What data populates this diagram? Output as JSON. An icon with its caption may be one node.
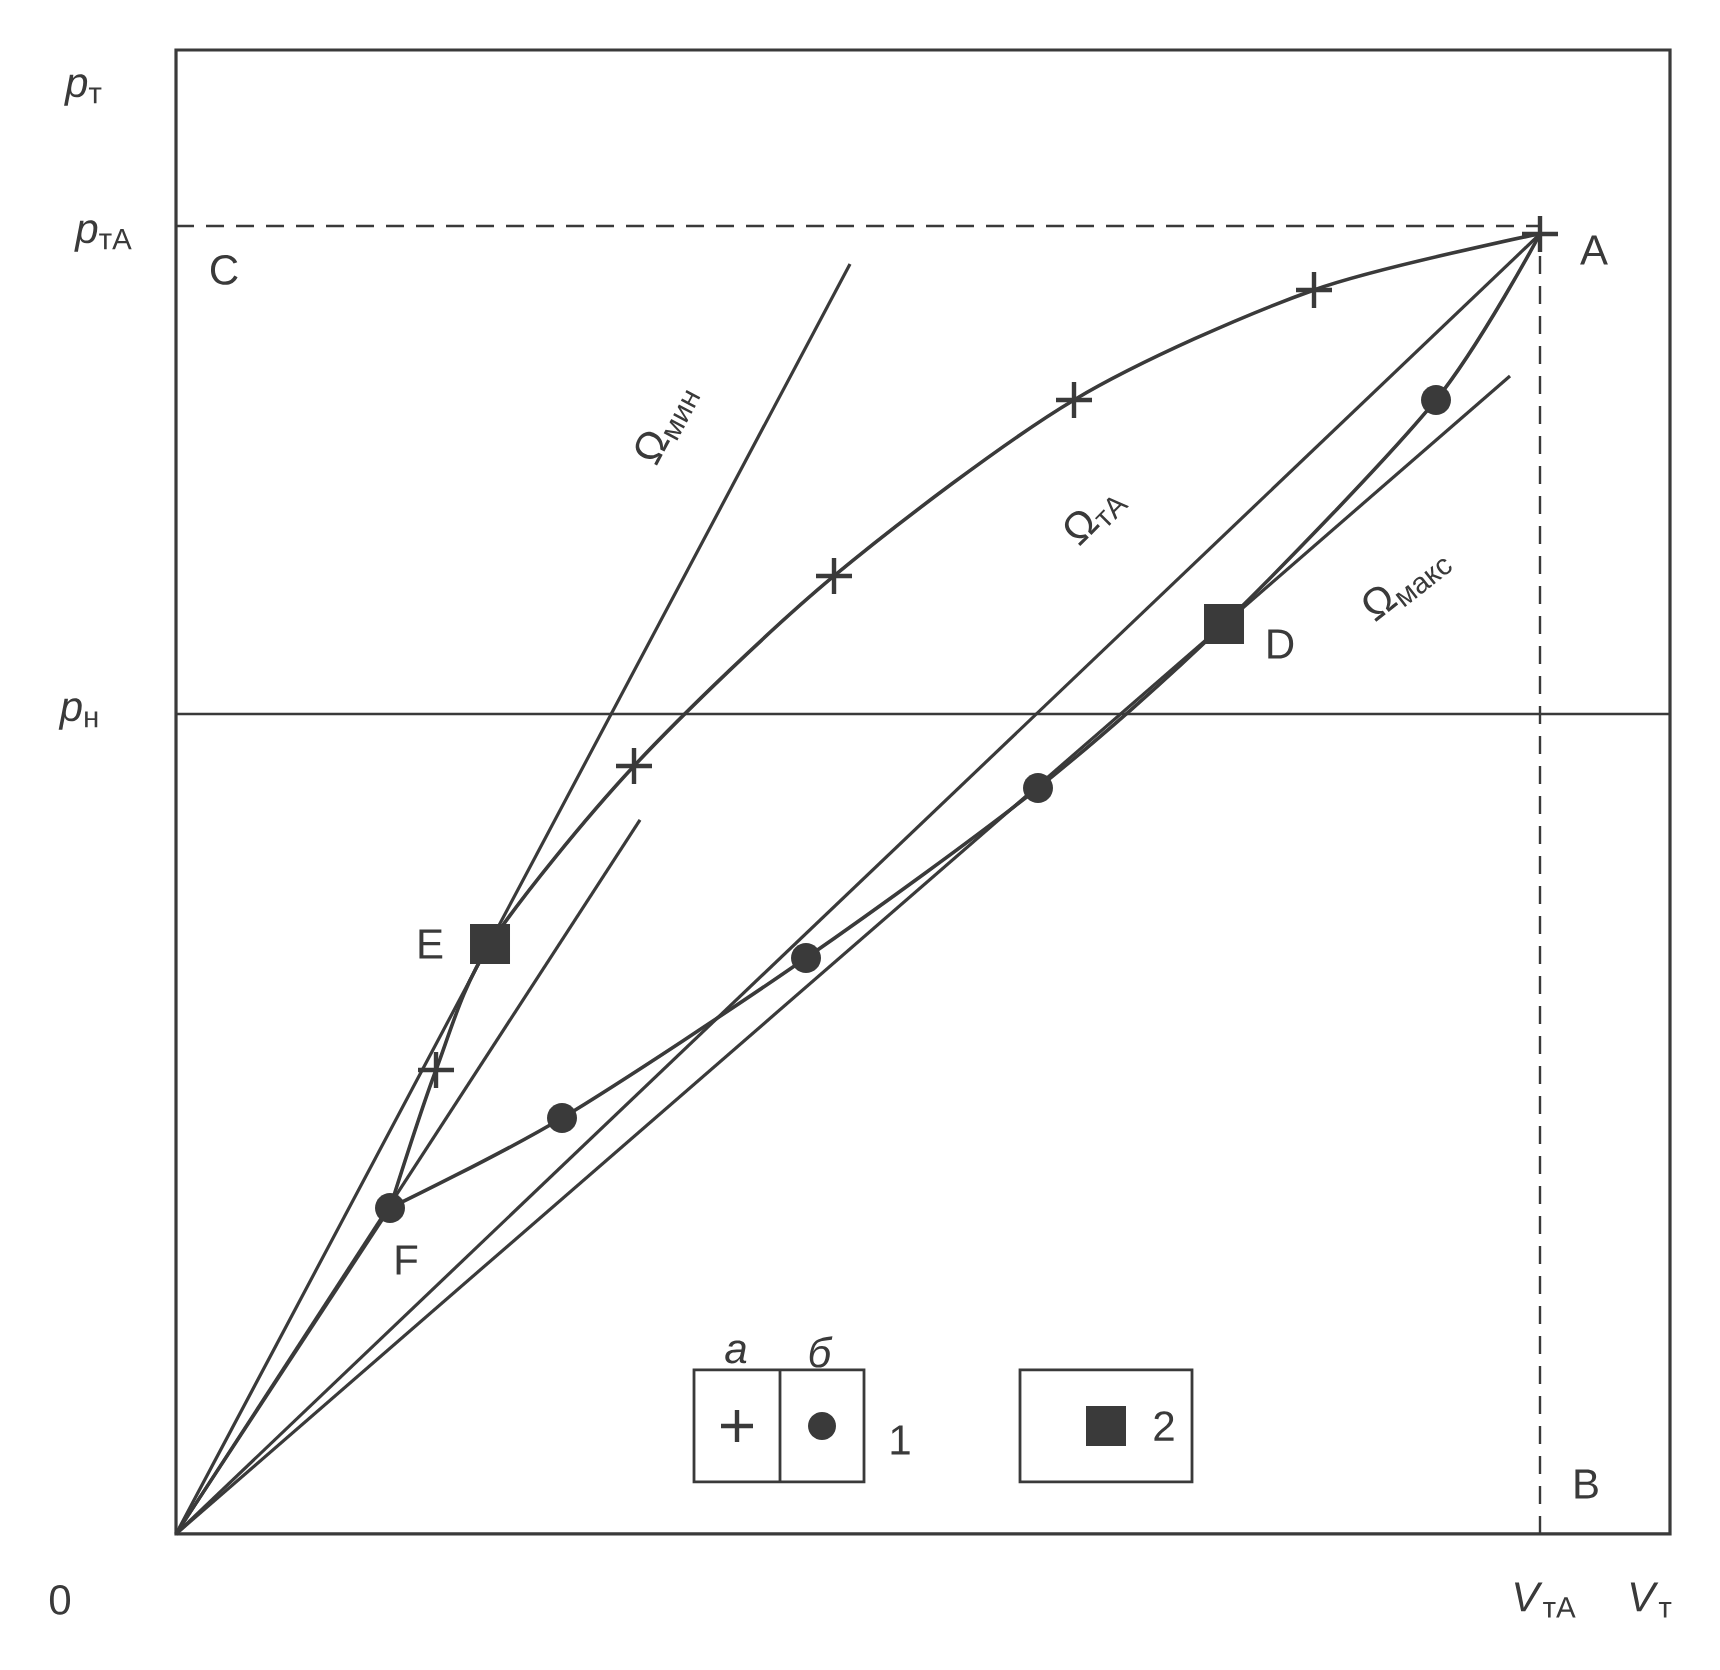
{
  "diagram": {
    "labels": [
      "*p*$_{т}$",
      "*p*$_{тА}$",
      "C",
      "A",
      "Ω$_{мин}$",
      "Ω$_{тА}$",
      "Ω$_{макс}$",
      "*p*$_{н}$",
      "D",
      "E",
      "F",
      "0",
      "B",
      "*V*$_{тА}$",
      "*V*$_{т}$",
      "*а*",
      "*б*"
    ],
    "legend": [
      {
        "text": "1"
      },
      {
        "text": "2"
      }
    ]
  }
}
